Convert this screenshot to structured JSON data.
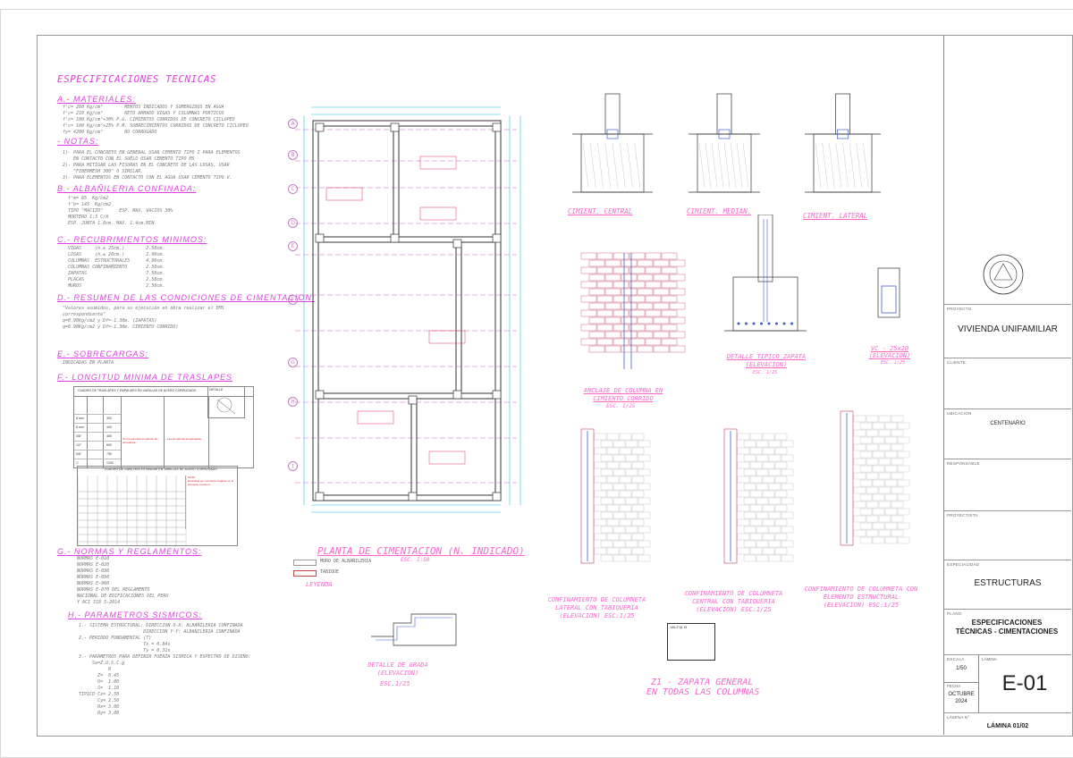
{
  "specs": {
    "title": "ESPECIFICACIONES TECNICAS",
    "sections": [
      {
        "heading": "A.- MATERIALES:",
        "lines": [
          "f'c= 280 Kg/cm²        MENTOS INDICADOS Y SUMERGIDOS EN AGUA",
          "f'c= 210 Kg/cm²        RETO ARMADO VIGAS Y COLUMNAS PORTICOS",
          "f'c= 100 Kg/cm²+30% P.G. CIMIENTOS CORRIDOS DE CONCRETO CICLOPEO",
          "f'c= 100 Kg/cm²+25% P.M. SOBRECIMIENTOS CORRIDOS DE CONCRETO CICLOPEO",
          "fy= 4200 Kg/cm²        RO CORRUGADO"
        ]
      },
      {
        "heading": "- NOTAS:",
        "lines": [
          "1)- PARA EL CONCRETO EN GENERAL USAR CEMENTO TIPO I PARA ELEMENTOS",
          "    EN CONTACTO CON EL SUELO USAR CEMENTO TIPO MS",
          "2)- PARA MITIGAR LAS FISURAS EN EL CONCRETO DE LAS LOSAS, USAR",
          "    \"FIBERMESH 300\" O SIMILAR.",
          "3)- PARA ELEMENTOS EN CONTACTO CON EL AGUA USAR CEMENTO TIPO V."
        ]
      },
      {
        "heading": "B.- ALBAÑILERIA CONFINADA:",
        "lines": [
          "f'm= 65  Kg/cm2",
          "f'b= 145  Kg/cm2",
          "TIPO \"MACIZO\"      ESP. MAX. VACIOS 30%",
          "MORTERO 1:3 C/A",
          "ESP. JUNTA 1.0cm. MAX. 1.4cm.MIN"
        ]
      },
      {
        "heading": "C.- RECUBRIMIENTOS MINIMOS:",
        "lines": [
          "VIGAS     (h.≤ 25cm.)        2.50cm.",
          "LOSAS     (h.≤ 20cm.)        2.00cm.",
          "COLUMNAS  ESTRUCTURALES      4.00cm.",
          "COLUMNAS CONFINAMIENTO       2.50cm.",
          "ZAPATAS                      7.50cm.",
          "PLACAS                       2.50cm.",
          "MUROS                        2.50cm."
        ]
      },
      {
        "heading": "D.- RESUMEN DE LAS CONDICIONES DE CIMENTACION:",
        "lines": [
          "\"Valores asumidos, para su ejecución en obra realizar el EMS",
          "correspondiente\"",
          "",
          "q=0.90Kg/cm2 y Df=-1.30m. (ZAPATAS)",
          "",
          "q=0.90Kg/cm2 y Df=-1.30m. CIMIENTO CORRIDO)"
        ]
      },
      {
        "heading": "E.- SOBRECARGAS:",
        "lines": [
          "INDICADAS EN PLANTA"
        ]
      },
      {
        "heading": "F.- LONGITUD MINIMA DE TRASLAPES",
        "lines": []
      },
      {
        "heading": "G.- NORMAS Y REGLAMENTOS:",
        "lines": [
          "NORMAS E-010",
          "NORMAS E-020",
          "NORMAS E-030",
          "NORMAS E-050",
          "NORMAS E-060",
          "NORMAS E-070 DEL REGLAMENTO",
          "NACIONAL DE EDIFICACIONES DEL PERU",
          "Y ACI 318 S-2014"
        ]
      },
      {
        "heading": "H.- PARAMETROS SISMICOS:",
        "lines": [
          "1.- SISTEMA ESTRUCTURAL: DIRECCION X-X: ALBAÑILERIA CONFINADA",
          "                        DIRECCION Y-Y: ALBAÑILERIA CONFINADA",
          "2.- PERIODO FUNDAMENTAL (T)",
          "                        Tx = 0.84s",
          "                        Ty = 0.31s",
          "3.- PARAMETROS PARA DEFINIR FUERZA SISMICA Y ESPECTRO DE DISEÑO:",
          "",
          "     Sa=Z.U.S.C.g",
          "           R",
          "       Z=  0.45",
          "       U=  1.00",
          "       S=  1.10",
          "TIPICO Cx= 2.50",
          "       Cy= 2.50",
          "       Rx= 3.00",
          "       Ry= 3.00"
        ]
      }
    ],
    "table1_title": "CUADRO DE TRASLAPES Y EMPALMES EN VARILLAS DE ACERO CORRUGADO",
    "table2_title": "CUADRO DE GANCHOS ESTANDAR EN VARILLAS DE ACERO CORRUGADO",
    "table_headers": [
      "Ø",
      "Longitud de traslape",
      "Columnas",
      "LOSAS Y VIGAS",
      "COLUMNAS"
    ],
    "table_rows": [
      [
        "6 mm",
        "300"
      ],
      [
        "8 mm",
        "400"
      ],
      [
        "3/8\"",
        "450"
      ],
      [
        "1/2\"",
        "600"
      ],
      [
        "5/8\"",
        "750"
      ],
      [
        "1\"",
        "1200"
      ]
    ],
    "detalle_label": "DETALLE"
  },
  "drawings": {
    "plan_title": "PLANTA DE CIMENTACION (N. INDICADO)",
    "plan_scale": "ESC. 1:50",
    "legend": {
      "title": "LEYENDA",
      "items": [
        "MURO DE ALBAÑILERIA",
        "TABIQUE"
      ]
    },
    "cim_central": "CIMIENT. CENTRAL",
    "cim_medianero": "CIMIENT. MEDIAN.",
    "cim_lateral": "CIMIENT. LATERAL",
    "anclaje_title": "ANCLAJE DE COLUMNA EN CIMIENTO CORRIDO",
    "anclaje_scale": "ESC. 1/25",
    "zapata_title": "DETALLE TIPICO ZAPATA (ELEVACION)",
    "zapata_scale": "ESC. 1/25",
    "vc_title": "VC - 25x20 (ELEVACION)",
    "vc_scale": "ESC. 1/25",
    "conf1_title": "CONFINAMIENTO DE COLUMNETA LATERAL CON TABIQUERIA (ELEVACION) ESC:1/25",
    "conf2_title": "CONFINAMIENTO DE COLUMNETA CENTRAL CON TABIQUERIA (ELEVACION) ESC:1/25",
    "conf3_title": "CONFINAMIENTO DE COLUMNETA CON ELEMENTO ESTRUCTURAL (ELEVACION) ESC:1/25",
    "grada_title": "DETALLE DE GRADA (ELEVACION)",
    "grada_scale": "ESC.1/25",
    "z1_title": "Z1 - ZAPATA GENERAL",
    "z1_subtitle": "EN TODAS LAS COLUMNAS",
    "z1_note": "1Ø1/2\"@.15",
    "axis_letters": [
      "A",
      "B",
      "C",
      "D",
      "E",
      "F",
      "G",
      "H",
      "I"
    ]
  },
  "titleblock": {
    "proyecto_label": "PROYECTO",
    "proyecto": "VIVIENDA UNIFAMILIAR",
    "cliente_label": "CLIENTE:",
    "cliente": "",
    "ubicacion_label": "UBICACION",
    "ubicacion": "CENTENARIO",
    "responsable_label": "RESPONSABLE",
    "proyectista_label": "PROYECTISTA",
    "especialidad_label": "ESPECIALIDAD",
    "especialidad": "ESTRUCTURAS",
    "plano_label": "PLANO",
    "plano": "ESPECIFICACIONES TÉCNICAS - CIMENTACIONES",
    "escala_label": "ESCALA",
    "escala": "1/50",
    "fecha_label": "FECHA",
    "fecha": "OCTUBRE 2024",
    "lamina_label": "LÁMINA",
    "lamina": "E-01",
    "lamina_n_label": "LÁMINA N°",
    "lamina_n": "LÁMINA 01/02"
  }
}
